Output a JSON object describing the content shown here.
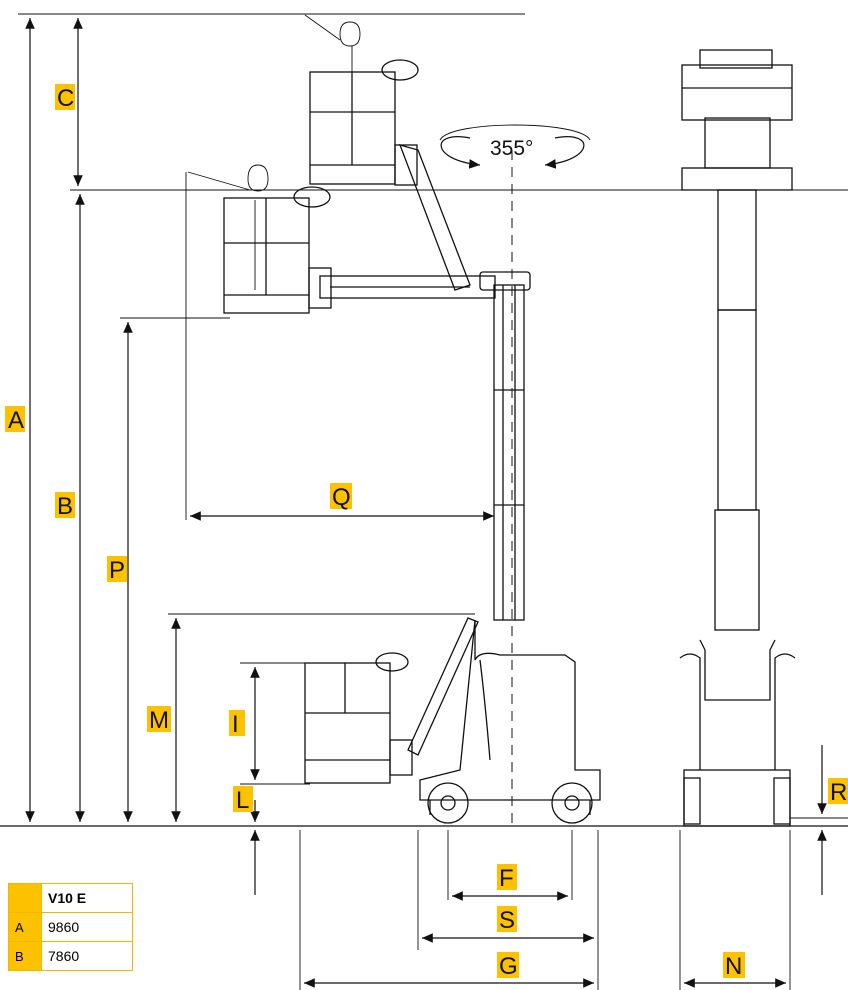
{
  "colors": {
    "highlight": "#fcc200",
    "line": "#111111",
    "table_border": "#f2b800"
  },
  "labels": {
    "A": "A",
    "B": "B",
    "C": "C",
    "P": "P",
    "Q": "Q",
    "M": "M",
    "I": "I",
    "L": "L",
    "F": "F",
    "S": "S",
    "G": "G",
    "N": "N",
    "R": "R"
  },
  "rotation": "355°",
  "table": {
    "header": [
      "",
      "V10 E"
    ],
    "rows": [
      [
        "A",
        "9860"
      ],
      [
        "B",
        "7860"
      ]
    ]
  }
}
